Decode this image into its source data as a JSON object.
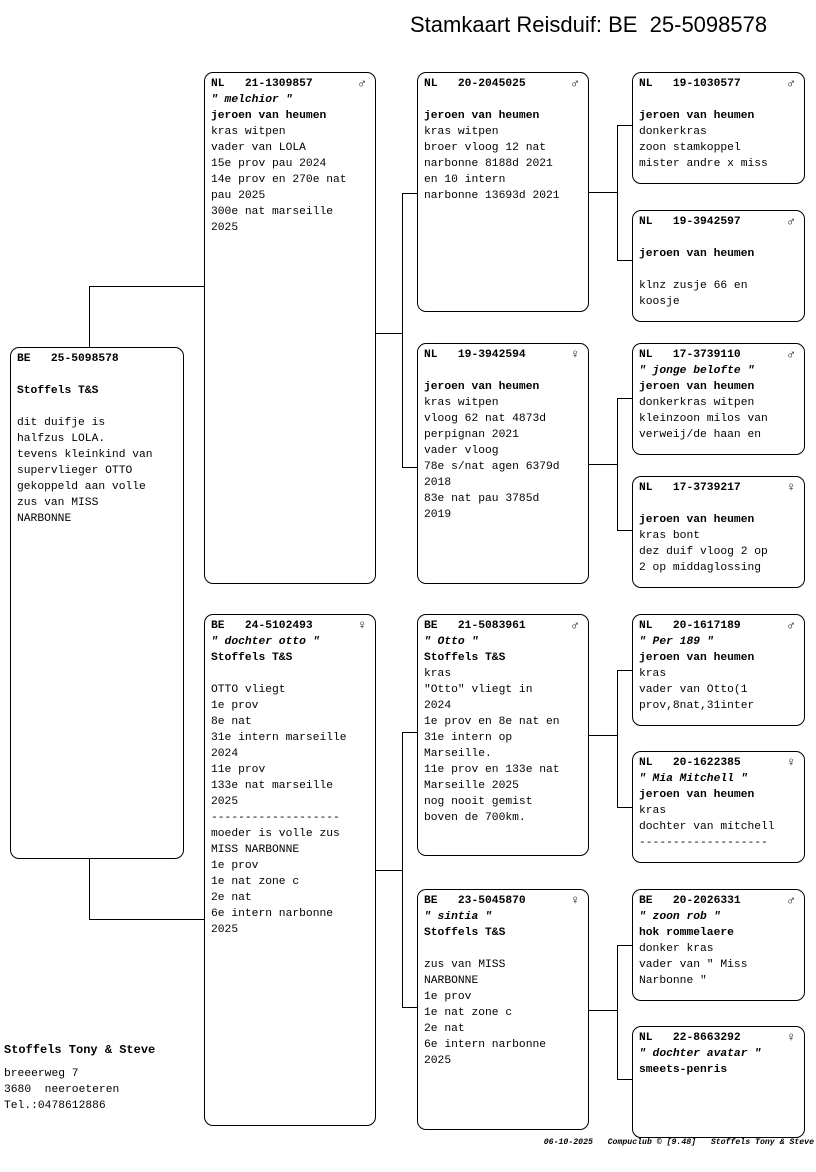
{
  "header": {
    "title": "Stamkaart Reisduif: BE  25-5098578"
  },
  "icons": {
    "male": "♂",
    "female": "♀"
  },
  "subject": {
    "ring": "BE   25-5098578",
    "sex": "",
    "nick": "",
    "owner": "Stoffels T&S",
    "lines": "\ndit duifje is\nhalfzus LOLA.\ntevens kleinkind van\nsupervlieger OTTO\ngekoppeld aan volle\nzus van MISS\nNARBONNE"
  },
  "gen1": {
    "sire": {
      "ring": "NL   21-1309857",
      "sex": "♂",
      "nick": "\" melchior \"",
      "owner": "jeroen van heumen",
      "lines": "kras witpen\nvader van LOLA\n15e prov pau 2024\n14e prov en 270e nat\npau 2025\n300e nat marseille\n2025"
    },
    "dam": {
      "ring": "BE   24-5102493",
      "sex": "♀",
      "nick": "\" dochter otto \"",
      "owner": "Stoffels T&S",
      "lines": "\nOTTO vliegt\n1e prov\n8e nat\n31e intern marseille\n2024\n11e prov\n133e nat marseille\n2025\n-------------------\nmoeder is volle zus\nMISS NARBONNE\n1e prov\n1e nat zone c\n2e nat\n6e intern narbonne\n2025"
    }
  },
  "gen2": {
    "ss": {
      "ring": "NL   20-2045025",
      "sex": "♂",
      "nick": "",
      "owner": "jeroen van heumen",
      "lines": "kras witpen\nbroer vloog 12 nat\nnarbonne 8188d 2021\nen 10 intern\nnarbonne 13693d 2021"
    },
    "sd": {
      "ring": "NL   19-3942594",
      "sex": "♀",
      "nick": "",
      "owner": "jeroen van heumen",
      "lines": "kras witpen\nvloog 62 nat 4873d\nperpignan 2021\nvader vloog\n78e s/nat agen 6379d\n2018\n83e nat pau 3785d\n2019"
    },
    "ds": {
      "ring": "BE   21-5083961",
      "sex": "♂",
      "nick": "\" Otto \"",
      "owner": "Stoffels T&S",
      "lines": "kras\n\"Otto\" vliegt in\n2024\n1e prov en 8e nat en\n31e intern op\nMarseille.\n11e prov en 133e nat\nMarseille 2025\nnog nooit gemist\nboven de 700km."
    },
    "dd": {
      "ring": "BE   23-5045870",
      "sex": "♀",
      "nick": "\" sintia \"",
      "owner": "Stoffels T&S",
      "lines": "\nzus van MISS\nNARBONNE\n1e prov\n1e nat zone c\n2e nat\n6e intern narbonne\n2025"
    }
  },
  "gen3": {
    "sss": {
      "ring": "NL   19-1030577",
      "sex": "♂",
      "nick": "",
      "owner": "jeroen van heumen",
      "lines": "donkerkras\nzoon stamkoppel\nmister andre x miss"
    },
    "ssd": {
      "ring": "NL   19-3942597",
      "sex": "♂",
      "nick": "",
      "owner": "jeroen van heumen",
      "lines": "\nklnz zusje 66 en\nkoosje"
    },
    "sds": {
      "ring": "NL   17-3739110",
      "sex": "♂",
      "nick": "\" jonge belofte \"",
      "owner": "jeroen van heumen",
      "lines": "donkerkras witpen\nkleinzoon milos van\nverweij/de haan en"
    },
    "sdd": {
      "ring": "NL   17-3739217",
      "sex": "♀",
      "nick": "",
      "owner": "jeroen van heumen",
      "lines": "kras bont\ndez duif vloog 2 op\n2 op middaglossing"
    },
    "dss": {
      "ring": "NL   20-1617189",
      "sex": "♂",
      "nick": "\" Per 189 \"",
      "owner": "jeroen van heumen",
      "lines": "kras\nvader van Otto(1\nprov,8nat,31inter"
    },
    "dsd": {
      "ring": "NL   20-1622385",
      "sex": "♀",
      "nick": "\" Mia Mitchell \"",
      "owner": "jeroen van heumen",
      "lines": "kras\ndochter van mitchell\n-------------------"
    },
    "dds": {
      "ring": "BE   20-2026331",
      "sex": "♂",
      "nick": "\" zoon rob \"",
      "owner": "hok rommelaere",
      "lines": "donker kras\nvader van \" Miss\nNarbonne \""
    },
    "ddd": {
      "ring": "NL   22-8663292",
      "sex": "♀",
      "nick": "\" dochter avatar \"",
      "owner": "smeets-penris",
      "lines": ""
    }
  },
  "footer": {
    "loft_name": "Stoffels Tony & Steve",
    "address_line1": "breeerweg 7",
    "address_line2": "3680  neeroeteren",
    "address_line3": "Tel.:0478612886",
    "credit": "06-10-2025   Compuclub © [9.48]   Stoffels Tony & Steve"
  }
}
